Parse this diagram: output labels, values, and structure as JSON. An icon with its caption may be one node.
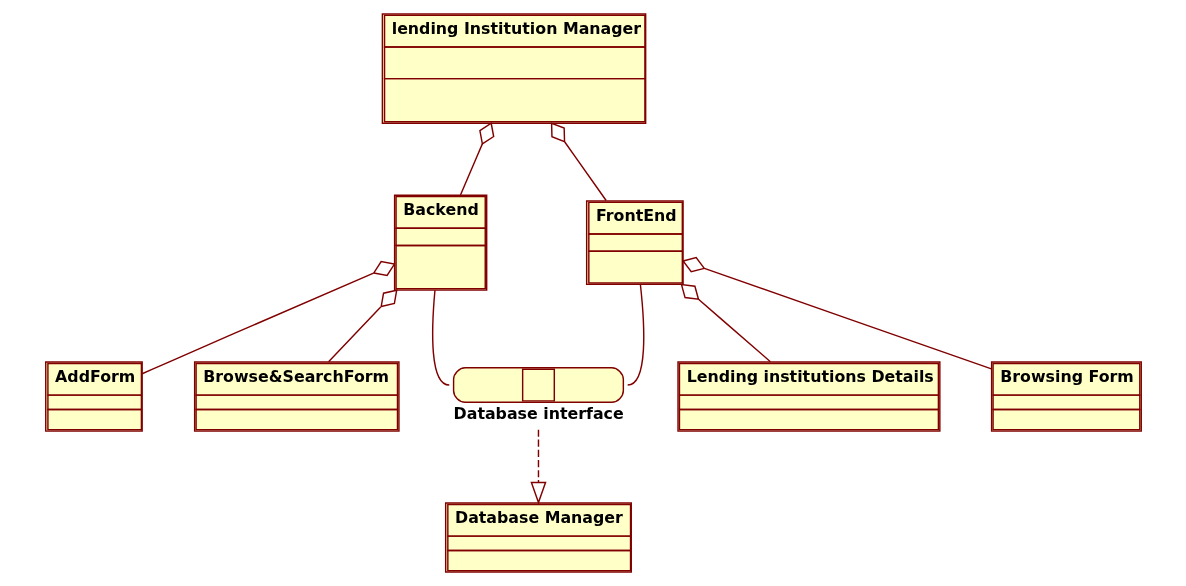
{
  "diagram": {
    "nodes": [
      {
        "text": [
          "lending Institution Manager"
        ]
      },
      {
        "text": [
          "Backend"
        ]
      },
      {
        "text": [
          "FrontEnd"
        ]
      },
      {
        "text": [
          "AddForm"
        ]
      },
      {
        "text": [
          "Browse&SearchForm"
        ]
      },
      {
        "text": [
          "Database interface"
        ]
      },
      {
        "text": [
          "Database Manager"
        ]
      },
      {
        "text": [
          "Lending institutions Details"
        ]
      },
      {
        "text": [
          "Browsing Form"
        ]
      }
    ],
    "edges": [
      {
        "from": 0,
        "to": 1,
        "arrow": "other"
      },
      {
        "from": 0,
        "to": 2,
        "arrow": "other"
      },
      {
        "from": 1,
        "to": 3,
        "arrow": "other"
      },
      {
        "from": 1,
        "to": 4,
        "arrow": "other"
      },
      {
        "from": 1,
        "to": 5,
        "arrow": "none"
      },
      {
        "from": 2,
        "to": 5,
        "arrow": "none"
      },
      {
        "from": 2,
        "to": 7,
        "arrow": "other"
      },
      {
        "from": 2,
        "to": 8,
        "arrow": "other"
      },
      {
        "from": 5,
        "to": 6,
        "arrow": "to",
        "style": "dashed"
      }
    ]
  }
}
